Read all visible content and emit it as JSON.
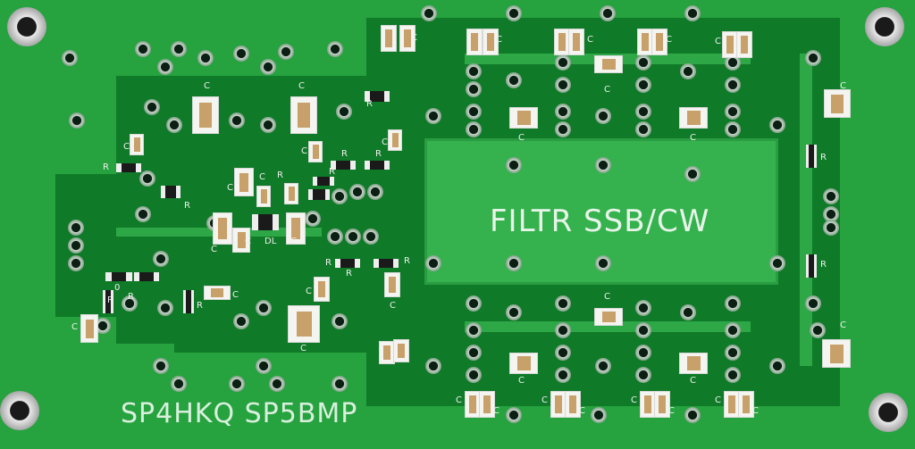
{
  "board": {
    "title": "FILTR SSB/CW",
    "callsigns": "SP4HKQ SP5BMP",
    "labels": {
      "capacitor": "C",
      "resistor": "R",
      "inductor": "DL",
      "zero": "0"
    },
    "colors": {
      "board": "#26a23f",
      "plane": "#0f7a27",
      "filter_area": "#35b24d",
      "silkscreen": "#f0f0f0"
    }
  }
}
